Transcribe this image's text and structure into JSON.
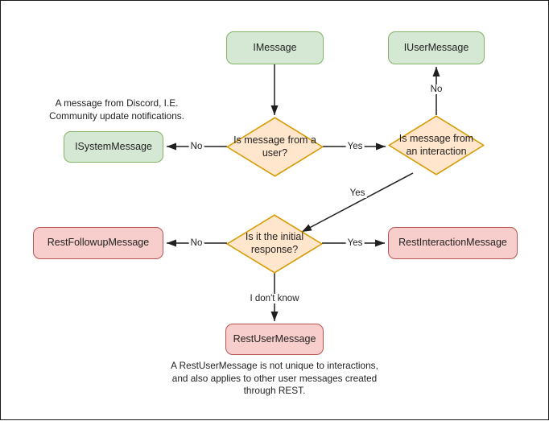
{
  "diagram": {
    "title": "Discord message type decision flowchart",
    "colors": {
      "green_fill": "#d5e8d4",
      "green_stroke": "#82b366",
      "red_fill": "#f8cecc",
      "red_stroke": "#b85450",
      "orange_fill": "#ffe6cc",
      "orange_stroke": "#d79b00",
      "edge_stroke": "#1f1f1f",
      "canvas_border": "#1a1a1a",
      "background": "#ffffff"
    },
    "nodes": {
      "imessage": "IMessage",
      "iusermessage": "IUserMessage",
      "isystemmessage": "ISystemMessage",
      "decision_user": "Is message from a user?",
      "decision_interaction": "Is message from an interaction",
      "decision_initial": "Is it the initial response?",
      "restfollowupmessage": "RestFollowupMessage",
      "restinteractionmessage": "RestInteractionMessage",
      "restusermessage": "RestUserMessage"
    },
    "edge_labels": {
      "user_no": "No",
      "user_yes": "Yes",
      "interaction_no": "No",
      "interaction_yes": "Yes",
      "initial_no": "No",
      "initial_yes": "Yes",
      "initial_unknown": "I don't know"
    },
    "notes": {
      "system_message": "A message from Discord, I.E.\nCommunity update notifications.",
      "rest_user_message": "A RestUserMessage is not unique to interactions,\nand also applies to other user messages created\nthrough REST."
    }
  }
}
